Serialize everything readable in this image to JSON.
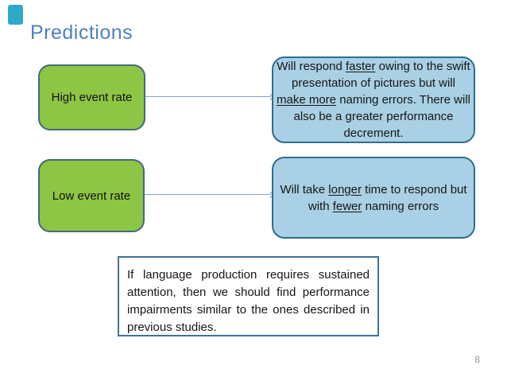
{
  "slide": {
    "title": "Predictions",
    "page_number": "8"
  },
  "nodes": {
    "high_event": {
      "label": "High event rate"
    },
    "low_event": {
      "label": "Low event rate"
    }
  },
  "predictions": {
    "high": {
      "part1": "Will respond ",
      "underline1": "faster",
      "part2": " owing to the swift presentation of pictures but will ",
      "underline2": "make more",
      "part3": " naming errors. There will also be a greater performance decrement."
    },
    "low": {
      "part1": "Will take ",
      "underline1": "longer",
      "part2": " time to respond but with ",
      "underline2": "fewer",
      "part3": " naming errors"
    }
  },
  "note": {
    "text": "If language production requires sustained attention, then we should find performance impairments similar to the ones described in previous studies."
  },
  "icons": {
    "arrowhead": "chevron-right"
  },
  "colors": {
    "title_blue": "#4e81bd",
    "node_green_fill": "#8cc644",
    "node_border": "#44697e",
    "callout_blue_fill": "#a9d0e4",
    "callout_border": "#2f6d8f",
    "note_border": "#41719c",
    "connector_blue": "#7fa3c6",
    "accent_teal": "#2fa9c9",
    "page_number_gray": "#999999"
  }
}
